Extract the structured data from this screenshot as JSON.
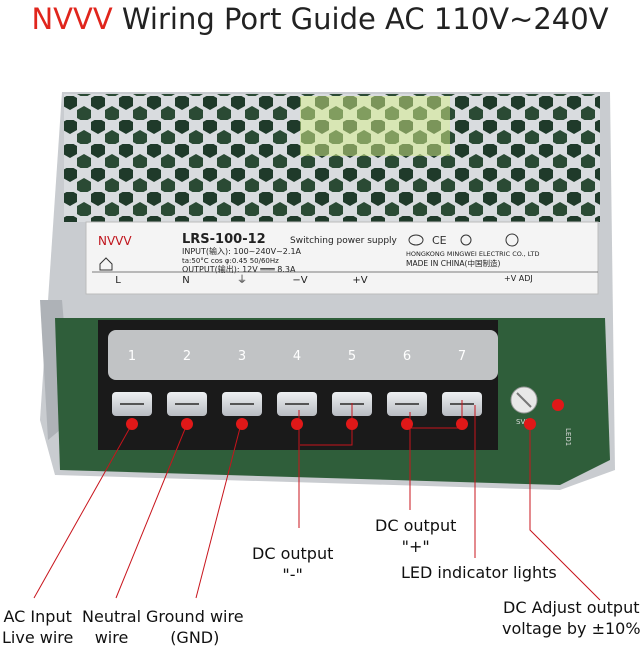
{
  "title": {
    "brand": "NVVV",
    "text": " Wiring Port Guide AC 110V~240V"
  },
  "colors": {
    "brand_red": "#e0251c",
    "pointer_red": "#c8141c",
    "pcb_green": "#2f5e3a",
    "chassis": "#c9ccd0"
  },
  "label_plate": {
    "brand": "NVVV",
    "model": "LRS-100-12",
    "type": "Switching power supply",
    "input": "INPUT(输入): 100~240V~2.1A",
    "specs": "ta:50°C  cos φ:0.45  50/60Hz",
    "output": "OUTPUT(输出): 12V ═══ 8.3A",
    "maker": "HONGKONG MINGWEI ELECTRIC CO., LTD",
    "made_in": "MADE IN CHINA(中国制造)",
    "adj": "+V ADJ",
    "cert_icons": [
      "ccc-icon",
      "ce-mark-icon",
      "safety-mark-icon",
      "rohs-mark-icon"
    ],
    "terminal_symbols": [
      "L",
      "N",
      "⏚",
      "−V",
      "+V"
    ]
  },
  "terminal_numbers": [
    "1",
    "2",
    "3",
    "4",
    "5",
    "6",
    "7"
  ],
  "board_markings": {
    "led": "LED1",
    "potentiometer": "SVR1"
  },
  "callouts": {
    "ac_input": "AC Input\nLive wire",
    "neutral": "Neutral\nwire",
    "ground": "Ground wire\n(GND)",
    "dc_neg": "DC output\n\"-\"",
    "dc_pos": "DC output\n\"+\"",
    "led": "LED indicator lights",
    "dc_adjust": "DC Adjust output\nvoltage by ±10%"
  }
}
